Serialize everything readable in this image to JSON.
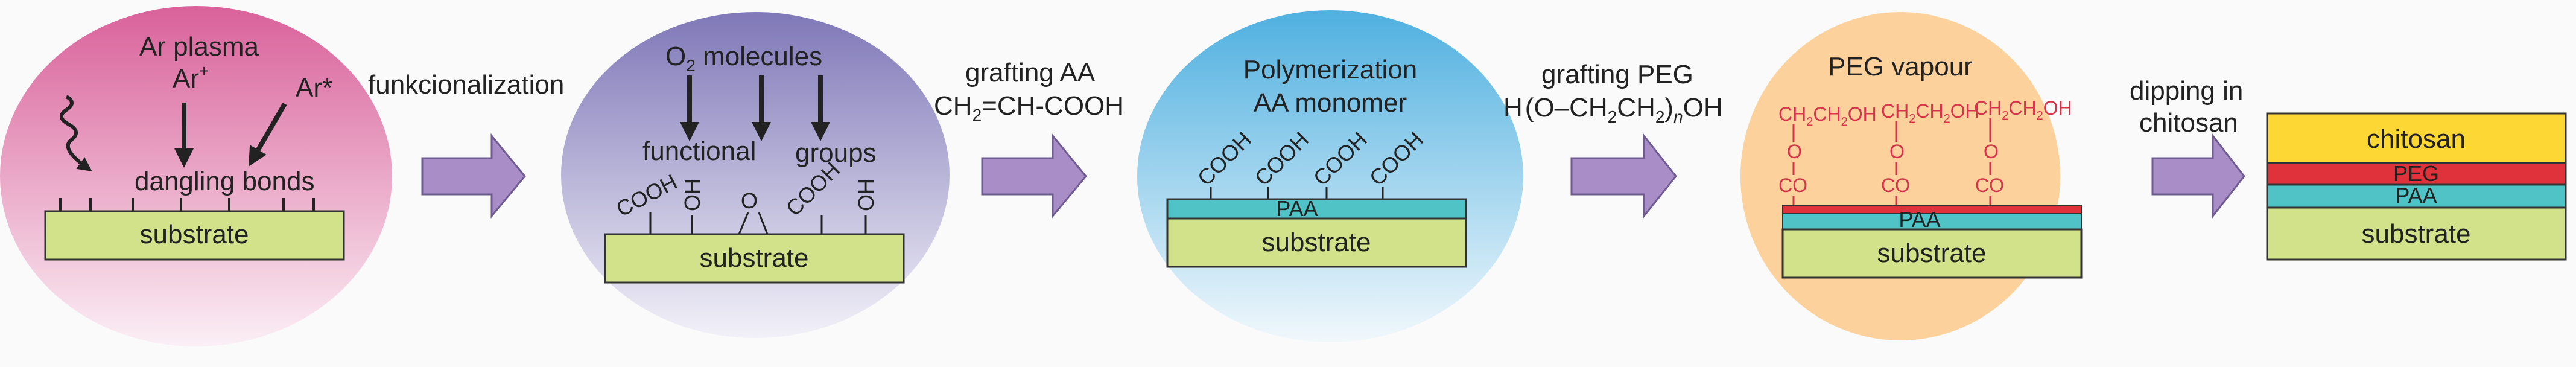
{
  "colors": {
    "stage1_top": "#d9619a",
    "stage2_top": "#7f78b8",
    "stage3_top": "#4fb0e0",
    "stage4_fill": "#fdd19b",
    "substrate": "#d2e28a",
    "paa": "#4fc3c6",
    "peg": "#e0323b",
    "chitosan": "#fdd835",
    "arrow": "#a88dc6",
    "red_text": "#d6334a"
  },
  "stage1": {
    "title_line1": "Ar plasma",
    "ar_plus": "Ar",
    "ar_plus_sup": "+",
    "ar_star": "Ar*",
    "dangling": "dangling bonds",
    "substrate": "substrate"
  },
  "arrow1": {
    "label": "funkcionalization"
  },
  "stage2": {
    "o2": "O",
    "o2_sub": "2",
    "o2_rest": " molecules",
    "functional": "functional",
    "groups": "groups",
    "cooh": "COOH",
    "oh": "OH",
    "o": "O",
    "substrate": "substrate"
  },
  "arrow2": {
    "line1": "grafting AA",
    "formula_a": "CH",
    "formula_sub": "2",
    "formula_b": "=CH-COOH"
  },
  "stage3": {
    "title_line1": "Polymerization",
    "title_line2": "AA monomer",
    "cooh": "COOH",
    "paa": "PAA",
    "substrate": "substrate"
  },
  "arrow3": {
    "line1": "grafting PEG",
    "formula_a": "H",
    "formula_b": "O–CH",
    "formula_c": "CH",
    "formula_d": "OH",
    "sub2": "2",
    "sub_n": "n"
  },
  "stage4": {
    "title": "PEG vapour",
    "ch2ch2oh_a": "CH",
    "ch2ch2oh_b": "CH",
    "ch2ch2oh_c": "OH",
    "sub2": "2",
    "o": "O",
    "co": "CO",
    "paa": "PAA",
    "substrate": "substrate"
  },
  "arrow4": {
    "line1": "dipping in",
    "line2": "chitosan"
  },
  "stage5": {
    "chitosan": "chitosan",
    "peg": "PEG",
    "paa": "PAA",
    "substrate": "substrate"
  }
}
